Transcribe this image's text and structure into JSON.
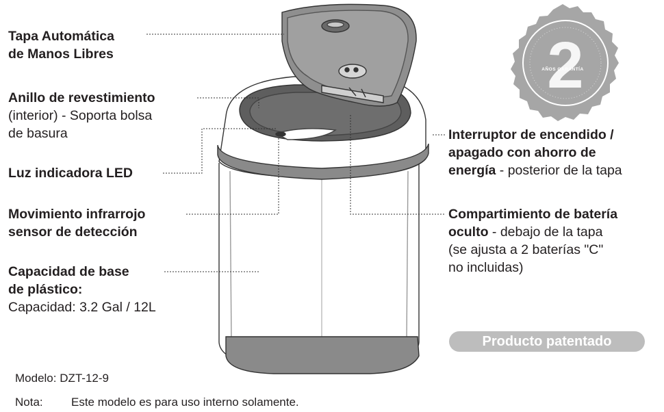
{
  "callouts": {
    "lid": {
      "title_l1": "Tapa Automática",
      "title_l2": "de Manos Libres"
    },
    "ring": {
      "title": "Anillo de revestimiento",
      "desc_l1": "(interior) - Soporta bolsa",
      "desc_l2": "de basura"
    },
    "led": {
      "title": "Luz indicadora LED"
    },
    "sensor": {
      "title_l1": "Movimiento infrarrojo",
      "title_l2": "sensor de detección"
    },
    "base": {
      "title_l1": "Capacidad de base",
      "title_l2": "de plástico:",
      "capacity": "Capacidad: 3.2 Gal / 12L"
    },
    "switch": {
      "title_l1": "Interruptor de encendido /",
      "title_l2": "apagado con ahorro de",
      "title_l3_bold": "energía",
      "title_l3_rest": " - posterior de la tapa"
    },
    "battery": {
      "title_l1": "Compartimiento de batería",
      "title_l2_bold": "oculto",
      "title_l2_rest": " - debajo de la tapa",
      "desc_l3": "(se ajusta a 2 baterías \"C\"",
      "desc_l4": "no incluidas)"
    }
  },
  "badge": {
    "number": "2",
    "text": "AÑOS GARANTÍA"
  },
  "patent": "Producto patentado",
  "footer": {
    "model": "Modelo: DZT-12-9",
    "note_label": "Nota:",
    "note_text": "Este modelo es para uso interno solamente."
  },
  "colors": {
    "band": "#8a8a8a",
    "badge": "#a6a6a6",
    "pill": "#bdbdbd"
  }
}
